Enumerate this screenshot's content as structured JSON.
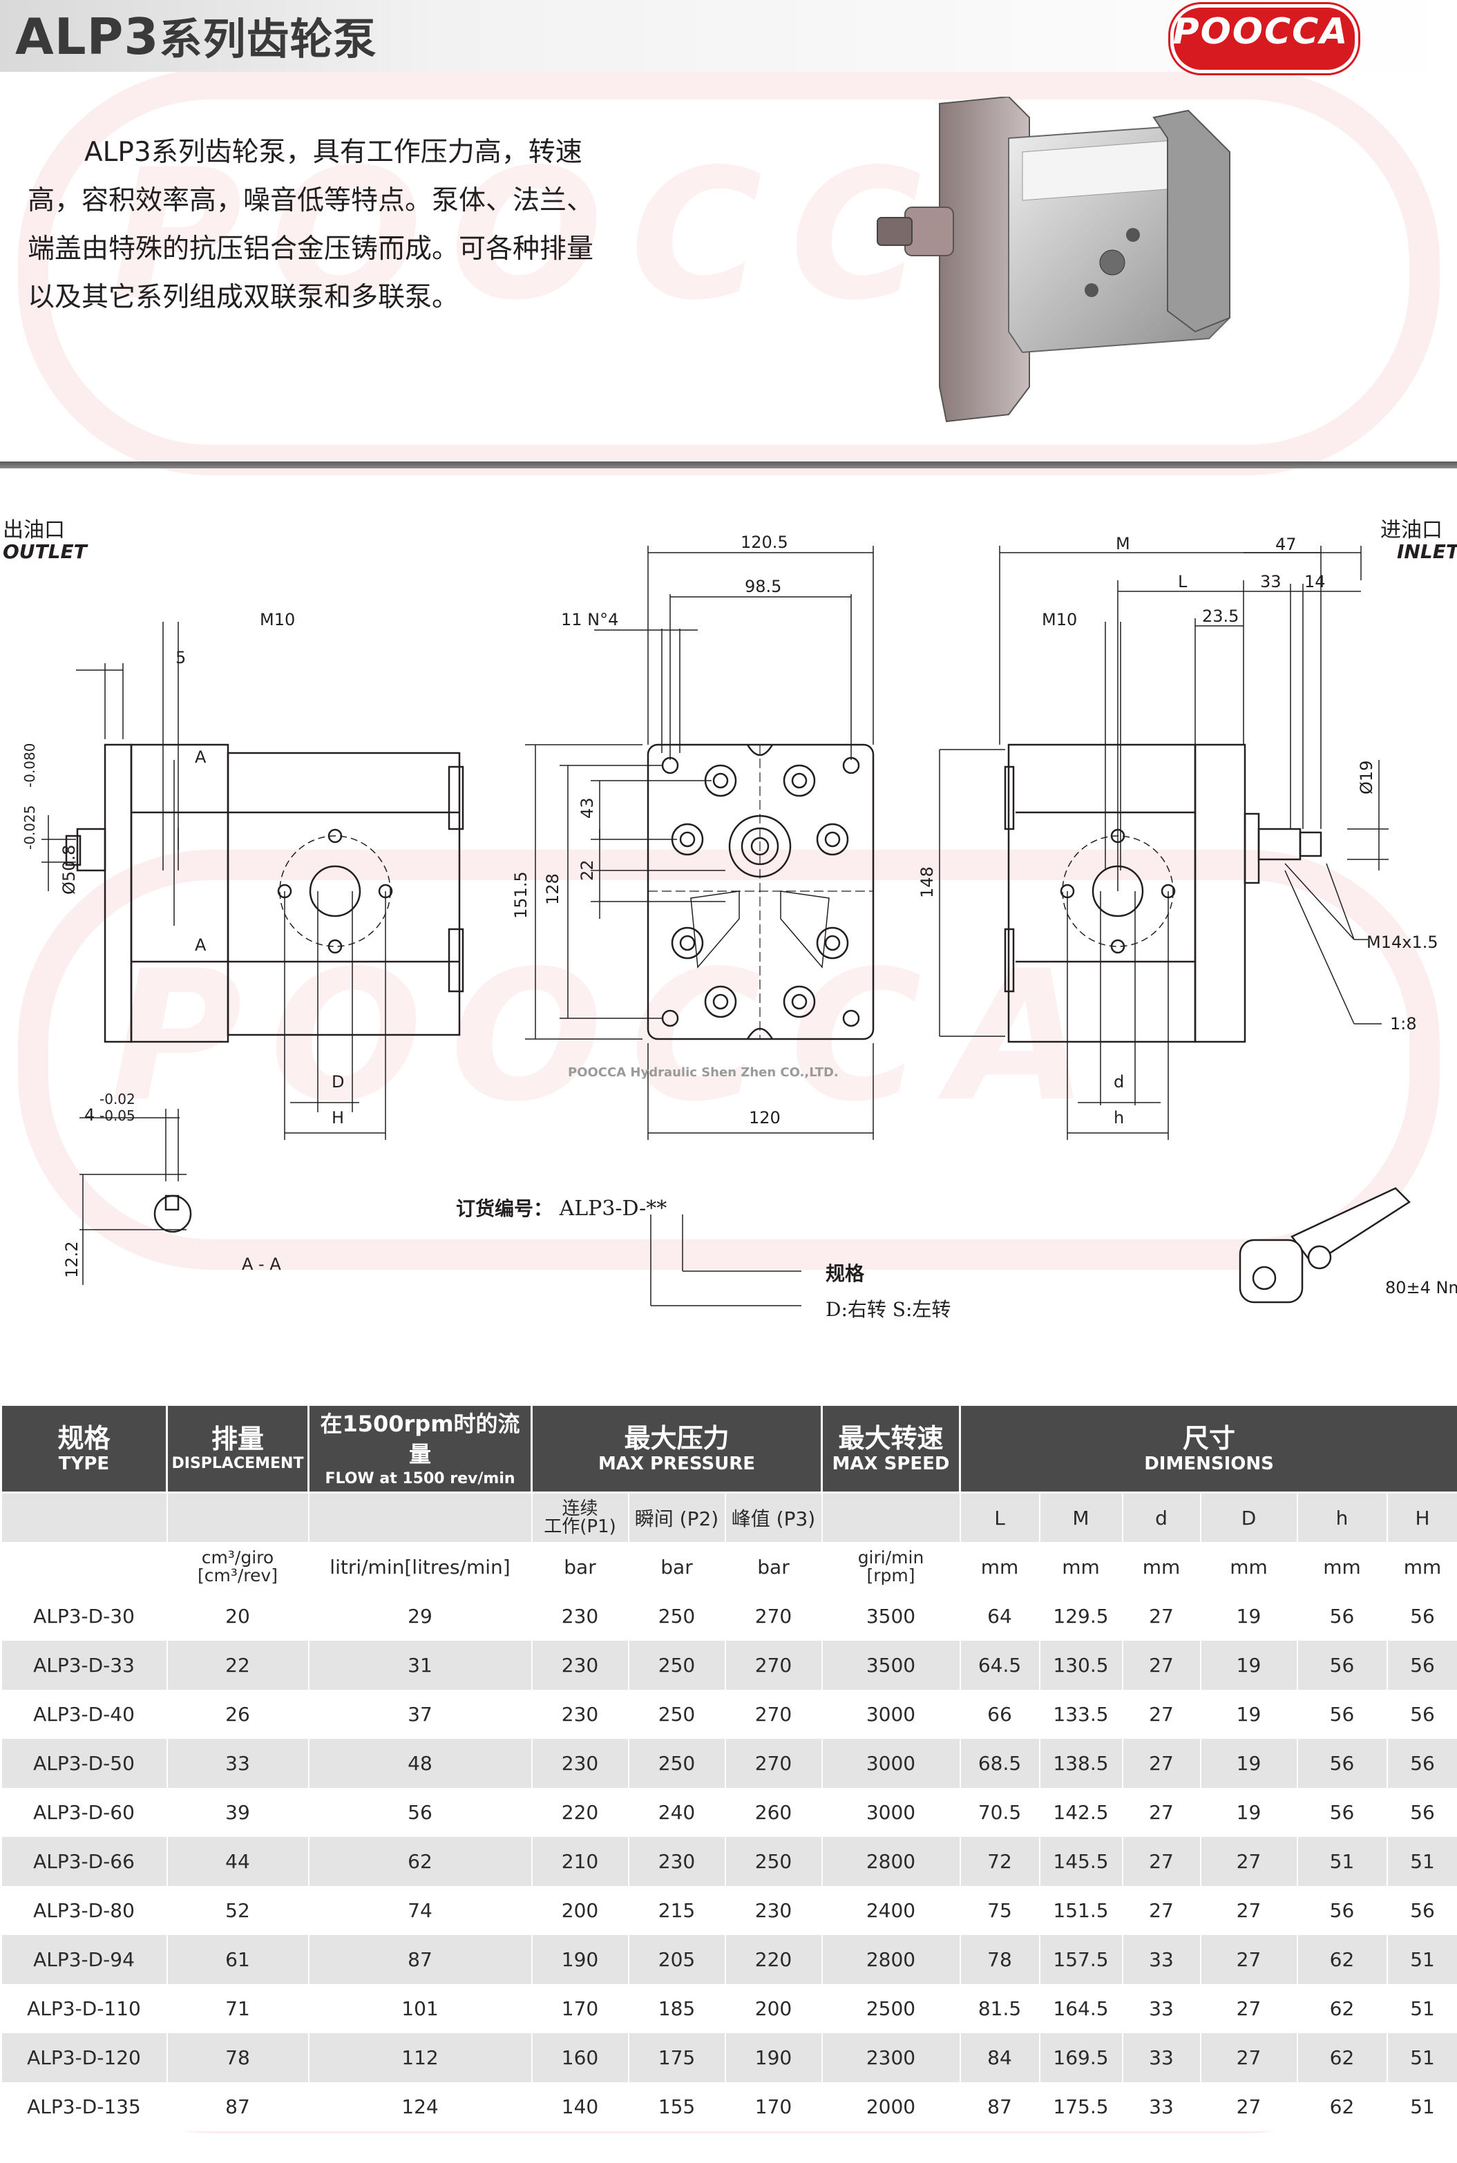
{
  "header": {
    "title_model": "ALP3",
    "title_cn": "系列齿轮泵",
    "logo_text": "POOCCA",
    "brand_color": "#d71920"
  },
  "intro": "ALP3系列齿轮泵，具有工作压力高，转速高，容积效率高，噪音低等特点。泵体、法兰、端盖由特殊的抗压铝合金压铸而成。可各种排量以及其它系列组成双联泵和多联泵。",
  "watermark": "POOCCA",
  "drawing": {
    "outlet_cn": "出油口",
    "outlet_en": "OUTLET",
    "inlet_cn": "进油口",
    "inlet_en": "INLET",
    "dims": {
      "m10_left": "M10",
      "five": "5",
      "shaft_tol_a": "-0.025",
      "shaft_tol_b": "-0.080",
      "shaft_dia": "Ø50.8",
      "sec_a": "A",
      "d_left": "D",
      "h_left": "H",
      "w_1205": "120.5",
      "w_985": "98.5",
      "holes": "11 N°4",
      "h_1515": "151.5",
      "h_128": "128",
      "h_43": "43",
      "h_22": "22",
      "w_120": "120",
      "m": "M",
      "l": "L",
      "d47": "47",
      "d33": "33",
      "d14": "14",
      "m10_right": "M10",
      "d235": "23.5",
      "d19": "Ø19",
      "h_148": "148",
      "thread": "M14x1.5",
      "taper": "1:8",
      "d_right": "d",
      "h_right": "h",
      "key_tol_a": "-0.02",
      "key_tol_b": "-0.05",
      "key_w": "4",
      "key_h": "12.2",
      "section_label": "A - A",
      "torque": "80±4 Nm"
    },
    "company": "POOCCA Hydraulic  Shen Zhen  CO.,LTD.",
    "order_label": "订货编号：",
    "order_code": "ALP3-D-**",
    "spec_label": "规格",
    "rotation": "D:右转  S:左转"
  },
  "table": {
    "headers": {
      "type_cn": "规格",
      "type_en": "TYPE",
      "disp_cn": "排量",
      "disp_en": "DISPLACEMENT",
      "flow_cn": "在1500rpm时的流量",
      "flow_en": "FLOW at 1500 rev/min",
      "press_cn": "最大压力",
      "press_en": "MAX PRESSURE",
      "speed_cn": "最大转速",
      "speed_en": "MAX SPEED",
      "dim_cn": "尺寸",
      "dim_en": "DIMENSIONS"
    },
    "sub1": {
      "p1_a": "连续",
      "p1_b": "工作",
      "p1_c": "(P1)",
      "p2": "瞬间 (P2)",
      "p3": "峰值 (P3)",
      "L": "L",
      "M": "M",
      "d": "d",
      "D": "D",
      "h": "h",
      "H": "H"
    },
    "units": {
      "disp_a": "cm³/giro",
      "disp_b": "[cm³/rev]",
      "flow": "litri/min[litres/min]",
      "bar": "bar",
      "speed_a": "giri/min",
      "speed_b": "[rpm]",
      "mm": "mm"
    },
    "rows": [
      [
        "ALP3-D-30",
        "20",
        "29",
        "230",
        "250",
        "270",
        "3500",
        "64",
        "129.5",
        "27",
        "19",
        "56",
        "56"
      ],
      [
        "ALP3-D-33",
        "22",
        "31",
        "230",
        "250",
        "270",
        "3500",
        "64.5",
        "130.5",
        "27",
        "19",
        "56",
        "56"
      ],
      [
        "ALP3-D-40",
        "26",
        "37",
        "230",
        "250",
        "270",
        "3000",
        "66",
        "133.5",
        "27",
        "19",
        "56",
        "56"
      ],
      [
        "ALP3-D-50",
        "33",
        "48",
        "230",
        "250",
        "270",
        "3000",
        "68.5",
        "138.5",
        "27",
        "19",
        "56",
        "56"
      ],
      [
        "ALP3-D-60",
        "39",
        "56",
        "220",
        "240",
        "260",
        "3000",
        "70.5",
        "142.5",
        "27",
        "19",
        "56",
        "56"
      ],
      [
        "ALP3-D-66",
        "44",
        "62",
        "210",
        "230",
        "250",
        "2800",
        "72",
        "145.5",
        "27",
        "27",
        "51",
        "51"
      ],
      [
        "ALP3-D-80",
        "52",
        "74",
        "200",
        "215",
        "230",
        "2400",
        "75",
        "151.5",
        "27",
        "27",
        "56",
        "56"
      ],
      [
        "ALP3-D-94",
        "61",
        "87",
        "190",
        "205",
        "220",
        "2800",
        "78",
        "157.5",
        "33",
        "27",
        "62",
        "51"
      ],
      [
        "ALP3-D-110",
        "71",
        "101",
        "170",
        "185",
        "200",
        "2500",
        "81.5",
        "164.5",
        "33",
        "27",
        "62",
        "51"
      ],
      [
        "ALP3-D-120",
        "78",
        "112",
        "160",
        "175",
        "190",
        "2300",
        "84",
        "169.5",
        "33",
        "27",
        "62",
        "51"
      ],
      [
        "ALP3-D-135",
        "87",
        "124",
        "140",
        "155",
        "170",
        "2000",
        "87",
        "175.5",
        "33",
        "27",
        "62",
        "51"
      ]
    ]
  }
}
